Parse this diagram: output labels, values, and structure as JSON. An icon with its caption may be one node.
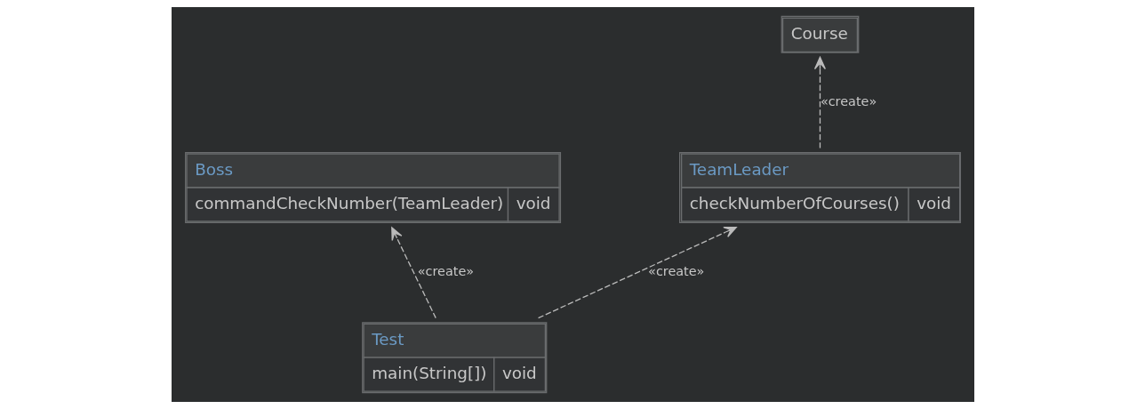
{
  "diagram": {
    "nodes": [
      {
        "text": [
          "Course"
        ]
      },
      {
        "text": [
          "Boss",
          "commandCheckNumber(TeamLeader)",
          "void"
        ]
      },
      {
        "text": [
          "TeamLeader",
          "checkNumberOfCourses()",
          "void"
        ]
      },
      {
        "text": [
          "Test",
          "main(String[])",
          "void"
        ]
      }
    ],
    "edges": [
      {
        "from": 3,
        "to": 1,
        "arrow": "to",
        "label": "«create»",
        "style": "dashed"
      },
      {
        "from": 3,
        "to": 2,
        "arrow": "to",
        "label": "«create»",
        "style": "dashed"
      },
      {
        "from": 2,
        "to": 0,
        "arrow": "to",
        "label": "«create»",
        "style": "dashed"
      }
    ]
  }
}
